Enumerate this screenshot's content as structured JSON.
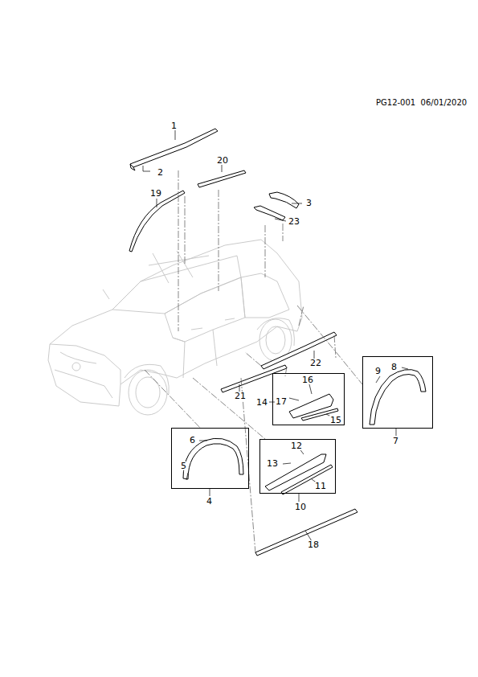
{
  "diagram": {
    "nodes": [
      {
        "text": [
          "8",
          "9",
          "7"
        ]
      },
      {
        "text": [
          "16",
          "17",
          "15",
          "14"
        ]
      },
      {
        "text": [
          "6",
          "5",
          "4"
        ]
      },
      {
        "text": [
          "12",
          "13",
          "11",
          "10"
        ]
      }
    ],
    "edges": [],
    "labels": [
      "PG12-001  06/01/2020",
      "1",
      "2",
      "20",
      "19",
      "3",
      "23",
      "22",
      "21",
      "18"
    ]
  }
}
